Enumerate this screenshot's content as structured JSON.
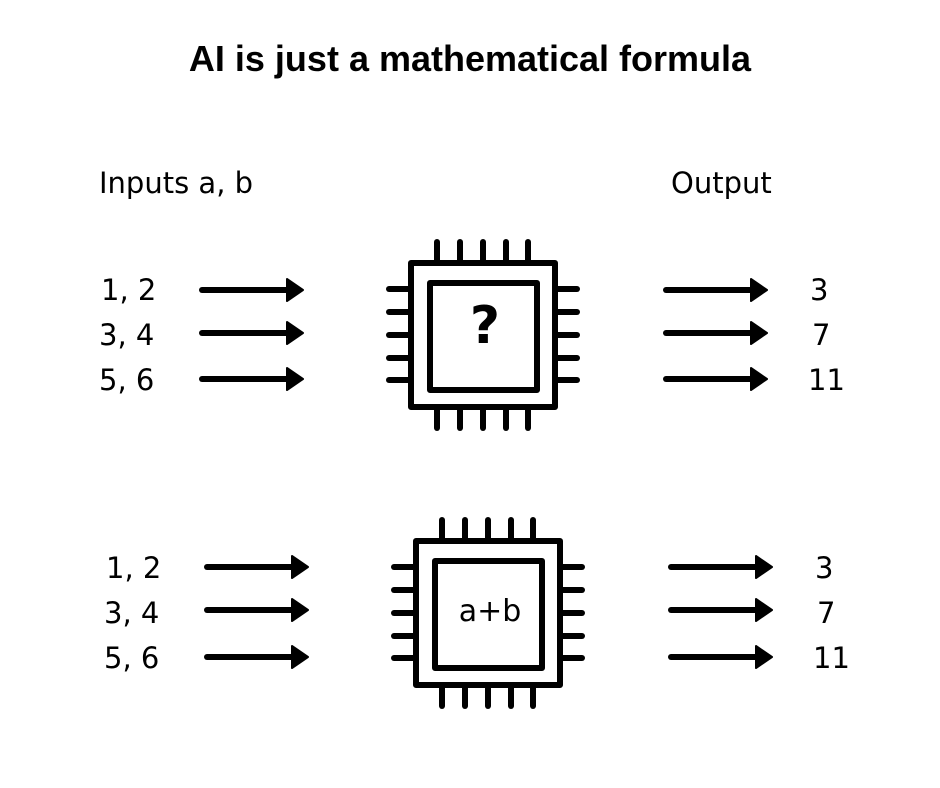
{
  "title": "AI is just a mathematical formula",
  "headers": {
    "inputs": "Inputs a, b",
    "output": "Output"
  },
  "panels": [
    {
      "chip_label": "?",
      "inputs": [
        "1, 2",
        "3, 4",
        "5, 6"
      ],
      "outputs": [
        "3",
        "7",
        "11"
      ]
    },
    {
      "chip_label": "a+b",
      "inputs": [
        "1, 2",
        "3, 4",
        "5, 6"
      ],
      "outputs": [
        "3",
        "7",
        "11"
      ]
    }
  ]
}
